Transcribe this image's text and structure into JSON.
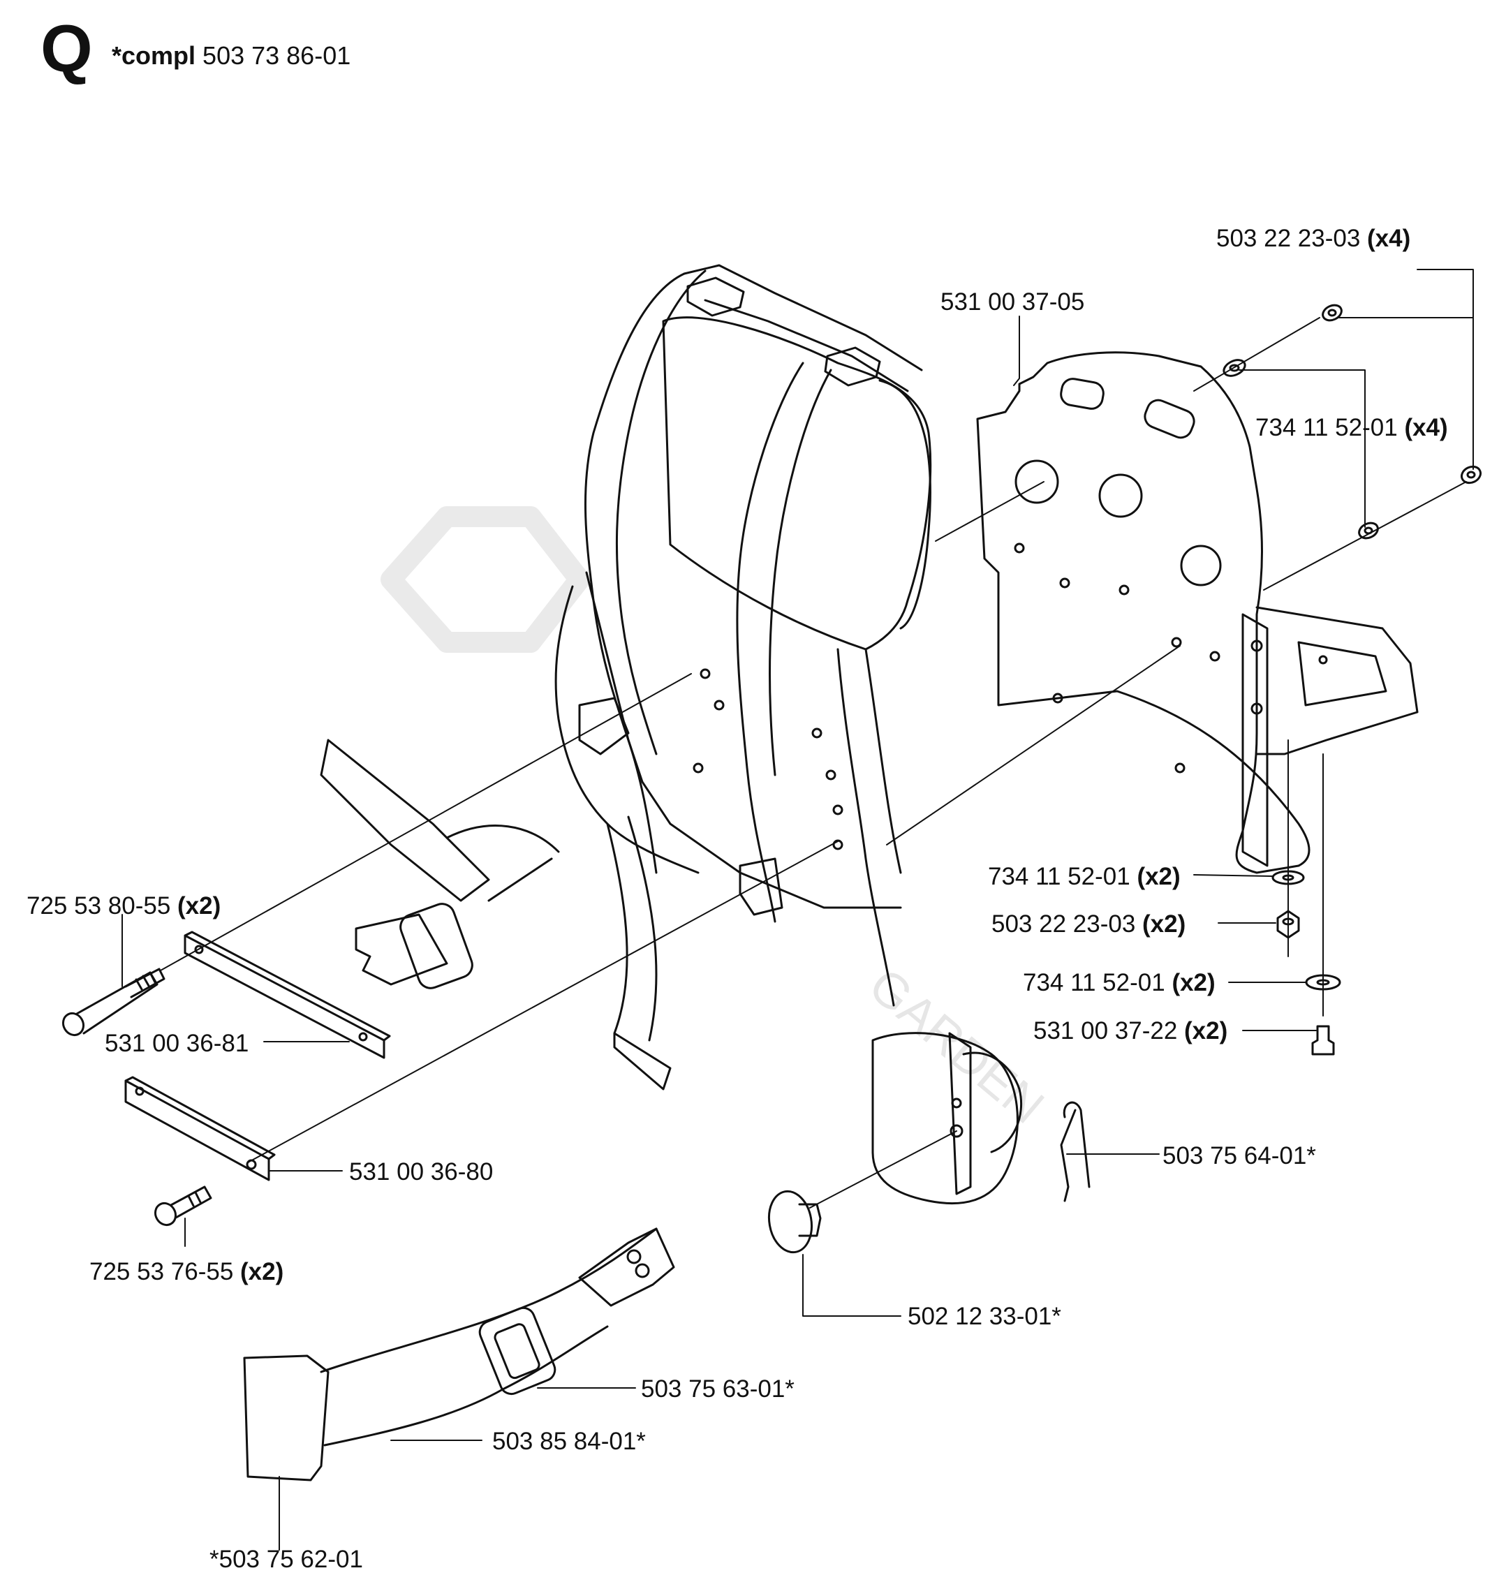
{
  "header": {
    "section_letter": "Q",
    "compl_prefix": "*compl",
    "compl_number": "503 73 86-01"
  },
  "parts": {
    "p_5032223_x4": {
      "number": "503 22 23-03",
      "qty": "(x4)"
    },
    "p_53100037": {
      "number": "531 00 37-05",
      "qty": ""
    },
    "p_7341152_x4": {
      "number": "734 11 52-01",
      "qty": "(x4)"
    },
    "p_7341152_x2a": {
      "number": "734 11 52-01",
      "qty": "(x2)"
    },
    "p_5032223_x2": {
      "number": "503 22 23-03",
      "qty": "(x2)"
    },
    "p_7341152_x2b": {
      "number": "734 11 52-01",
      "qty": "(x2)"
    },
    "p_53100037_22": {
      "number": "531 00 37-22",
      "qty": "(x2)"
    },
    "p_7255380": {
      "number": "725 53 80-55",
      "qty": "(x2)"
    },
    "p_53100036_81": {
      "number": "531 00 36-81",
      "qty": ""
    },
    "p_53100036_80": {
      "number": "531 00 36-80",
      "qty": ""
    },
    "p_7255376": {
      "number": "725 53 76-55",
      "qty": "(x2)"
    },
    "p_5037564": {
      "number": "503 75 64-01*",
      "qty": ""
    },
    "p_5021233": {
      "number": "502 12 33-01*",
      "qty": ""
    },
    "p_5037563": {
      "number": "503 75 63-01*",
      "qty": ""
    },
    "p_5038584": {
      "number": "503 85 84-01*",
      "qty": ""
    },
    "p_5037562": {
      "number": "*503 75 62-01",
      "qty": ""
    }
  },
  "watermark": {
    "text": "GARDEN",
    "color": "#e6e6e6"
  }
}
